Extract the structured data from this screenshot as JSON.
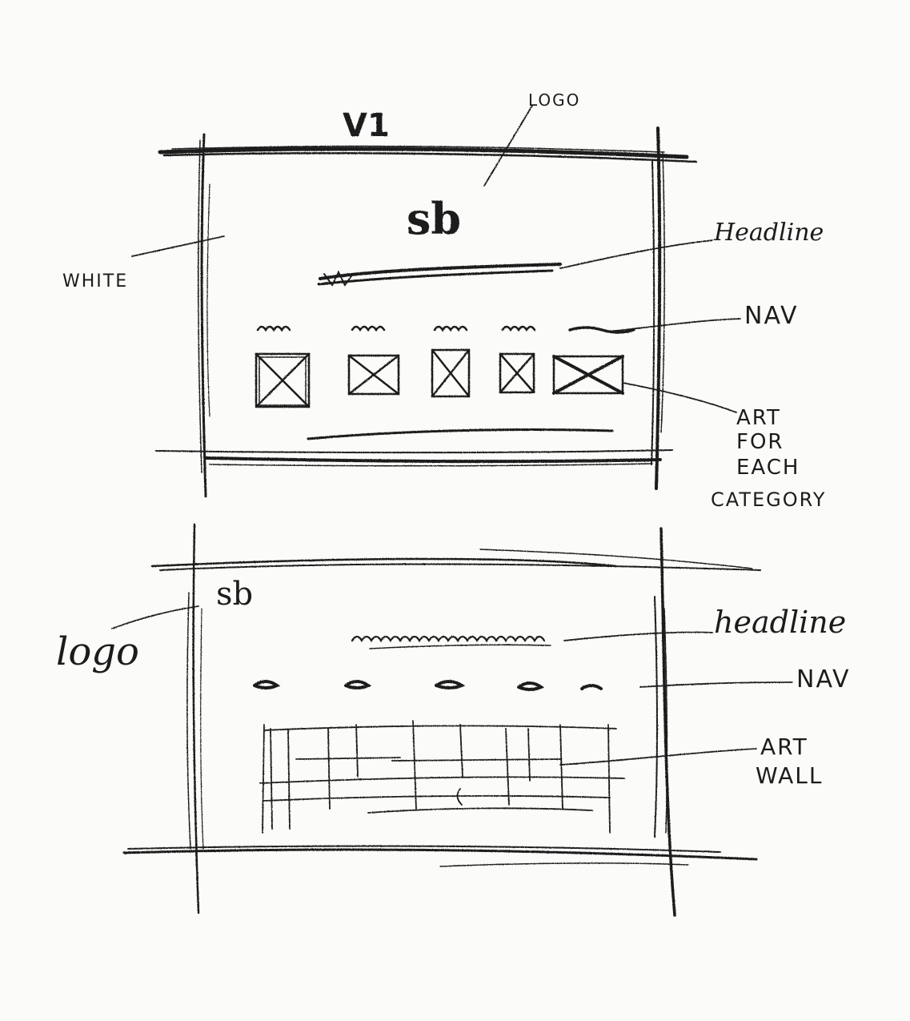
{
  "wireframe_1": {
    "version_label": "V1",
    "logo_mark": "sb",
    "annotations": {
      "logo": "LOGO",
      "white": "WHITE",
      "headline": "Headline",
      "nav": "NAV",
      "art": [
        "ART",
        "FOR",
        "EACH",
        "CATEGORY"
      ]
    },
    "art_tile_count": 5,
    "nav_item_count": 5
  },
  "wireframe_2": {
    "logo_mark": "sb",
    "annotations": {
      "logo": "logo",
      "headline": "headline",
      "nav": "NAV",
      "art": [
        "ART",
        "WALL"
      ]
    },
    "nav_item_count": 5
  },
  "colors": {
    "paper": "#fbfbf9",
    "pencil": "#1c1c1c"
  }
}
